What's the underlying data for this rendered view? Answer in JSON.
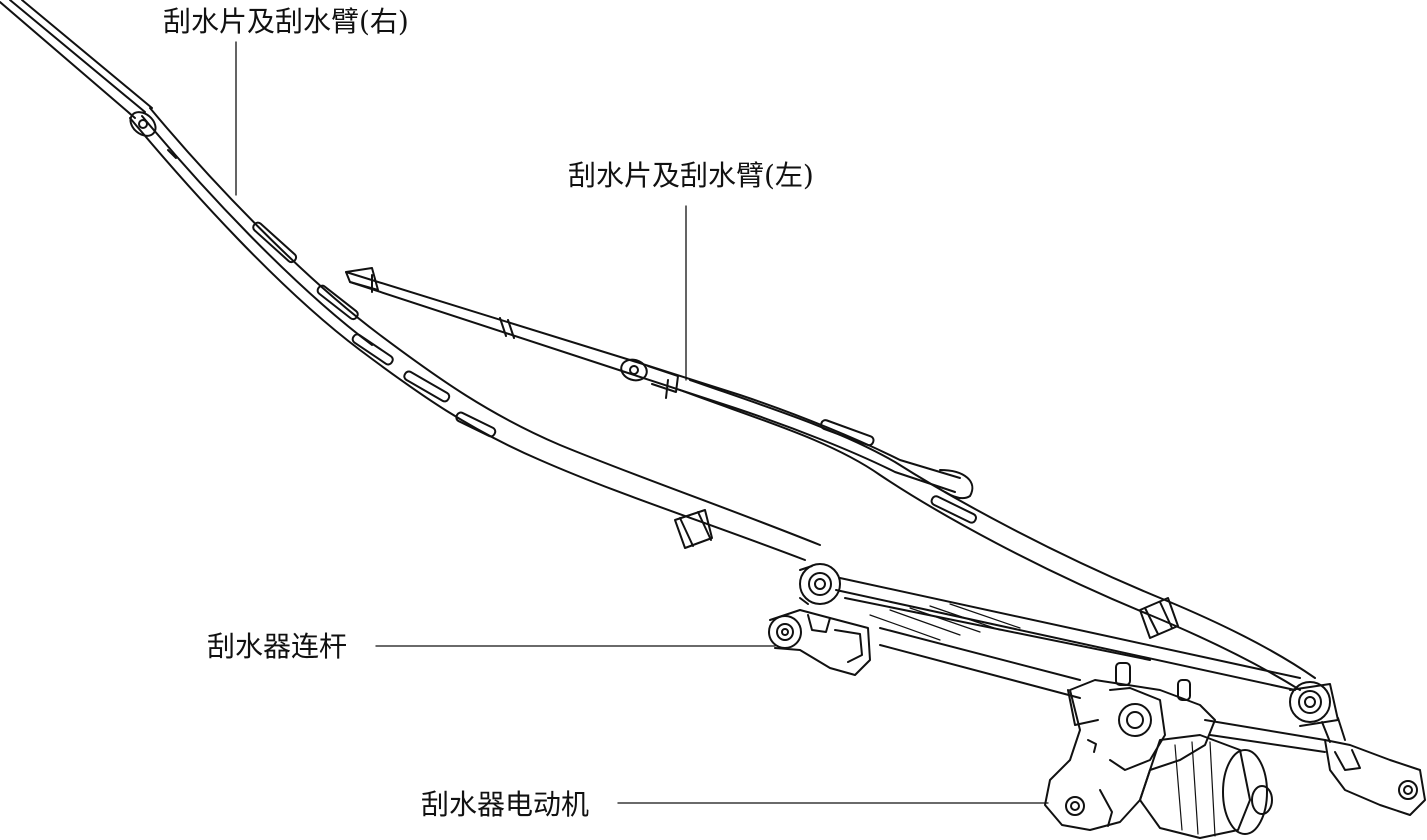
{
  "labels": {
    "wiper_right": "刮水片及刮水臂(右)",
    "wiper_left": "刮水片及刮水臂(左)",
    "wiper_linkage": "刮水器连杆",
    "wiper_motor": "刮水器电动机"
  },
  "colors": {
    "line": "#111111",
    "background": "#ffffff"
  }
}
